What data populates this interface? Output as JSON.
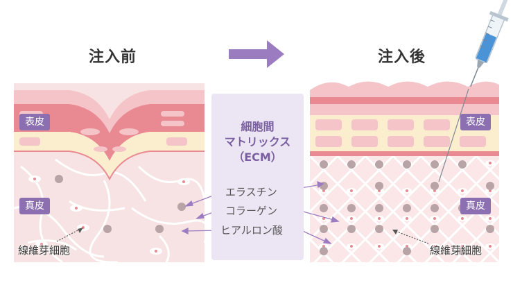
{
  "before": {
    "title": "注入前",
    "epidermis_label": "表皮",
    "dermis_label": "真皮",
    "fibroblast_label": "線維芽細胞"
  },
  "after": {
    "title": "注入後",
    "epidermis_label": "表皮",
    "dermis_label": "真皮",
    "fibroblast_label": "線維芽細胞"
  },
  "ecm": {
    "title_line1": "細胞間",
    "title_line2": "マトリックス",
    "title_line3": "（ECM）",
    "components": [
      "エラスチン",
      "コラーゲン",
      "ヒアルロン酸"
    ]
  },
  "colors": {
    "accent_purple": "#8b6fb0",
    "arrow_purple": "#9b7cc0",
    "skin_pink": "#f3c4c6",
    "epidermis_red": "#e98a93",
    "fat_yellow": "#fbeecf",
    "dermis_bg": "#f7e3e3",
    "ecm_bg": "#ece6f4"
  }
}
